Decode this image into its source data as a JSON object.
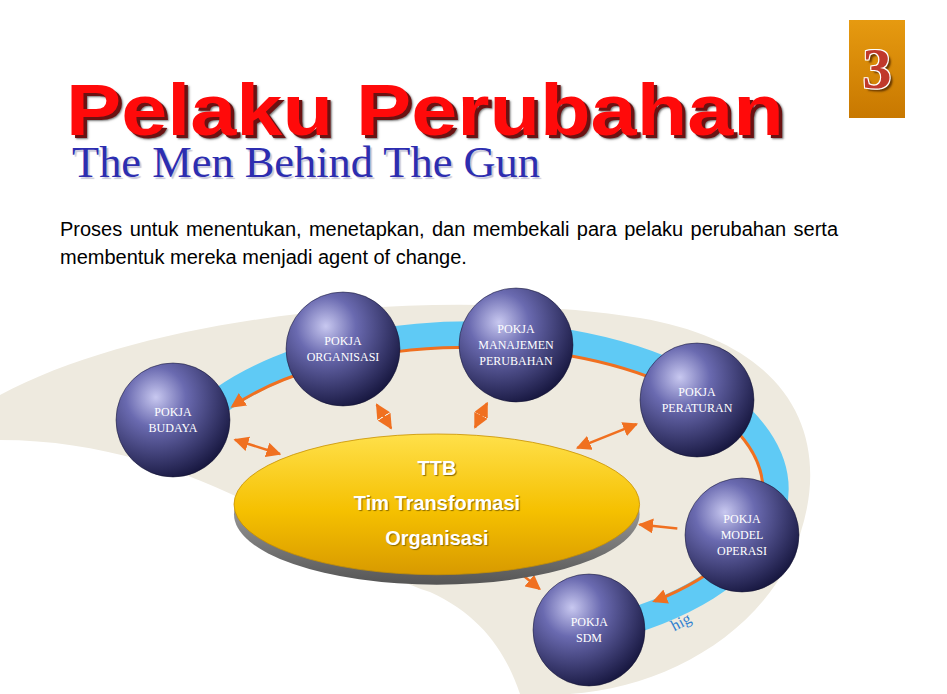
{
  "diagram": {
    "title": "Pelaku Perubahan",
    "nodes": [
      {
        "text": [
          "3"
        ]
      },
      {
        "text": [
          "POKJA ORGANISASI"
        ]
      },
      {
        "text": [
          "POKJA MANAJEMEN PERUBAHAN"
        ]
      },
      {
        "text": [
          "POKJA BUDAYA"
        ]
      },
      {
        "text": [
          "POKJA PERATURAN"
        ]
      },
      {
        "text": [
          "TTB",
          "Tim Transformasi Organisasi"
        ]
      },
      {
        "text": [
          "POKJA MODEL OPERASI"
        ]
      },
      {
        "text": [
          "POKJA SDM"
        ]
      }
    ],
    "edges": [
      {
        "from": 5,
        "to": 3,
        "arrow": "both"
      },
      {
        "from": 5,
        "to": 1,
        "arrow": "both"
      },
      {
        "from": 5,
        "to": 2,
        "arrow": "both"
      },
      {
        "from": 5,
        "to": 4,
        "arrow": "both"
      },
      {
        "from": 6,
        "to": 5,
        "arrow": "to"
      },
      {
        "from": 5,
        "to": 7,
        "arrow": "to"
      }
    ],
    "labels": [
      "The Men Behind The Gun",
      "Proses untuk menentukan, menetapkan, dan membekali para pelaku perubahan serta membentuk mereka menjadi agent of change.",
      "hig"
    ]
  }
}
